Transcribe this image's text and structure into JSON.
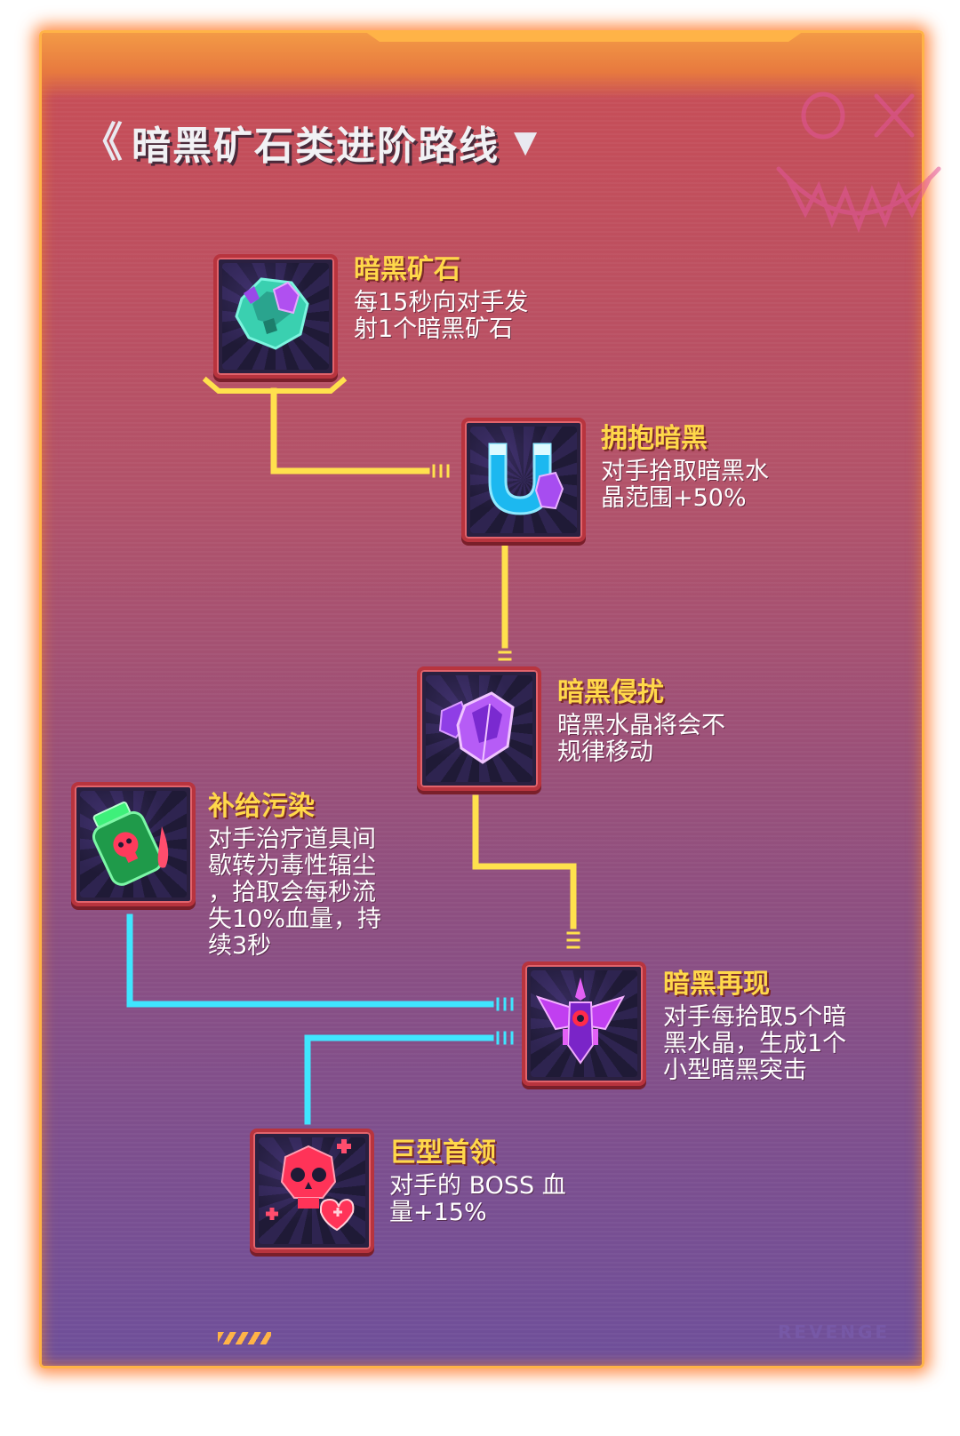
{
  "header": {
    "title": "暗黑矿石类进阶路线",
    "back_glyph": "《",
    "dropdown_glyph": "▼"
  },
  "skills": [
    {
      "name": "暗黑矿石",
      "desc_lines": [
        "每15秒向对手发",
        "射1个暗黑矿石"
      ],
      "icon": "dark-ore-icon"
    },
    {
      "name": "拥抱暗黑",
      "desc_lines": [
        "对手拾取暗黑水",
        "晶范围+50%"
      ],
      "icon": "magnet-icon"
    },
    {
      "name": "暗黑侵扰",
      "desc_lines": [
        "暗黑水晶将会不",
        "规律移动"
      ],
      "icon": "crystal-icon"
    },
    {
      "name": "补给污染",
      "desc_lines": [
        "对手治疗道具间",
        "歇转为毒性辐尘",
        "，拾取会每秒流",
        "失10%血量，持",
        "续3秒"
      ],
      "icon": "poison-bottle-icon"
    },
    {
      "name": "暗黑再现",
      "desc_lines": [
        "对手每拾取5个暗",
        "黑水晶，生成1个",
        "小型暗黑突击"
      ],
      "icon": "fighter-ship-icon"
    },
    {
      "name": "巨型首领",
      "desc_lines": [
        "对手的 BOSS 血",
        "量+15%"
      ],
      "icon": "boss-skull-icon"
    }
  ],
  "watermark_text": "REVENGE",
  "colors": {
    "accent_yellow": "#ffd84a",
    "path_yellow": "#ffe14d",
    "path_cyan": "#3fe6ff",
    "frame_orange": "#ffb347"
  }
}
